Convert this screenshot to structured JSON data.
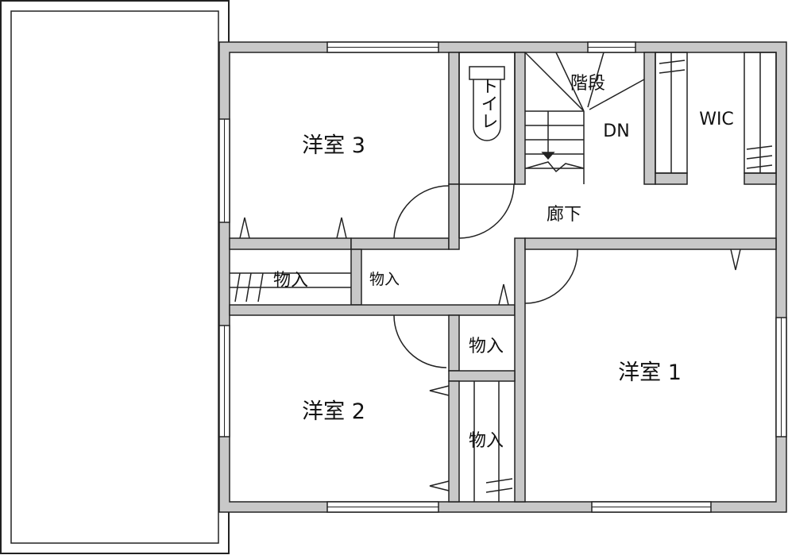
{
  "rooms": {
    "western_room_1": "洋室 1",
    "western_room_2": "洋室 2",
    "western_room_3": "洋室 3",
    "toilet": "トイレ",
    "stairs": "階段",
    "stairs_direction": "DN",
    "walk_in_closet": "WIC",
    "hallway": "廊下",
    "storage": "物入"
  }
}
